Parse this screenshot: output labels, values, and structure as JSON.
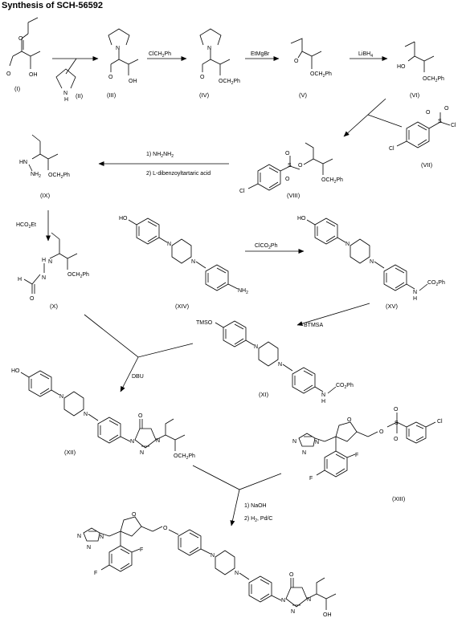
{
  "title": "Synthesis of SCH-56592",
  "compounds": {
    "I": {
      "label": "(I)",
      "atoms": [
        "O",
        "O",
        "OH"
      ]
    },
    "II": {
      "label": "(II)",
      "atoms": [
        "N",
        "H"
      ]
    },
    "III": {
      "label": "(III)",
      "atoms": [
        "N",
        "O",
        "OH"
      ]
    },
    "IV": {
      "label": "(IV)",
      "atoms": [
        "N",
        "O",
        "OCH",
        "2",
        "Ph"
      ]
    },
    "V": {
      "label": "(V)",
      "atoms": [
        "O",
        "OCH",
        "2",
        "Ph"
      ]
    },
    "VI": {
      "label": "(VI)",
      "atoms": [
        "HO",
        "OCH",
        "2",
        "Ph"
      ]
    },
    "VII": {
      "label": "(VII)",
      "atoms": [
        "O",
        "O",
        "S",
        "Cl",
        "Cl"
      ]
    },
    "VIII": {
      "label": "(VIII)",
      "atoms": [
        "Cl",
        "S",
        "O",
        "O",
        "O",
        "OCH",
        "2",
        "Ph"
      ]
    },
    "IX": {
      "label": "(IX)",
      "atoms": [
        "HN",
        "NH",
        "2",
        "OCH",
        "2",
        "Ph"
      ]
    },
    "X": {
      "label": "(X)",
      "atoms": [
        "O",
        "N",
        "N",
        "H",
        "H",
        "OCH",
        "2",
        "Ph"
      ]
    },
    "XIV": {
      "label": "(XIV)",
      "atoms": [
        "HO",
        "N",
        "N",
        "NH",
        "2"
      ]
    },
    "XV": {
      "label": "(XV)",
      "atoms": [
        "HO",
        "N",
        "N",
        "N",
        "H",
        "CO",
        "2",
        "Ph"
      ]
    },
    "XI": {
      "label": "(XI)",
      "atoms": [
        "TMSO",
        "N",
        "N",
        "N",
        "H",
        "CO",
        "2",
        "Ph"
      ]
    },
    "XII": {
      "label": "(XII)",
      "atoms": [
        "HO",
        "N",
        "N",
        "N",
        "N",
        "N",
        "O",
        "OCH",
        "2",
        "Ph"
      ]
    },
    "XIII": {
      "label": "(XIII)",
      "atoms": [
        "N",
        "N",
        "N",
        "O",
        "F",
        "F",
        "O",
        "S",
        "O",
        "O",
        "Cl"
      ]
    },
    "final": {
      "atoms": [
        "N",
        "N",
        "N",
        "O",
        "F",
        "F",
        "O",
        "N",
        "N",
        "N",
        "N",
        "N",
        "O",
        "OH"
      ]
    }
  },
  "reagents": {
    "r1": [
      "ClCH",
      "2",
      "Ph"
    ],
    "r2": "EtMgBr",
    "r3": [
      "LiBH",
      "4"
    ],
    "r4": [
      "1) NH",
      "2",
      "NH",
      "2"
    ],
    "r5": "2) L-dibenzoyltartaric acid",
    "r6": [
      "HCO",
      "2",
      "Et"
    ],
    "r7": [
      "ClCO",
      "2",
      "Ph"
    ],
    "r8": "BTMSA",
    "r9": "DBU",
    "r10": "1) NaOH",
    "r11": [
      "2) H",
      "2",
      ", Pd/C"
    ]
  }
}
